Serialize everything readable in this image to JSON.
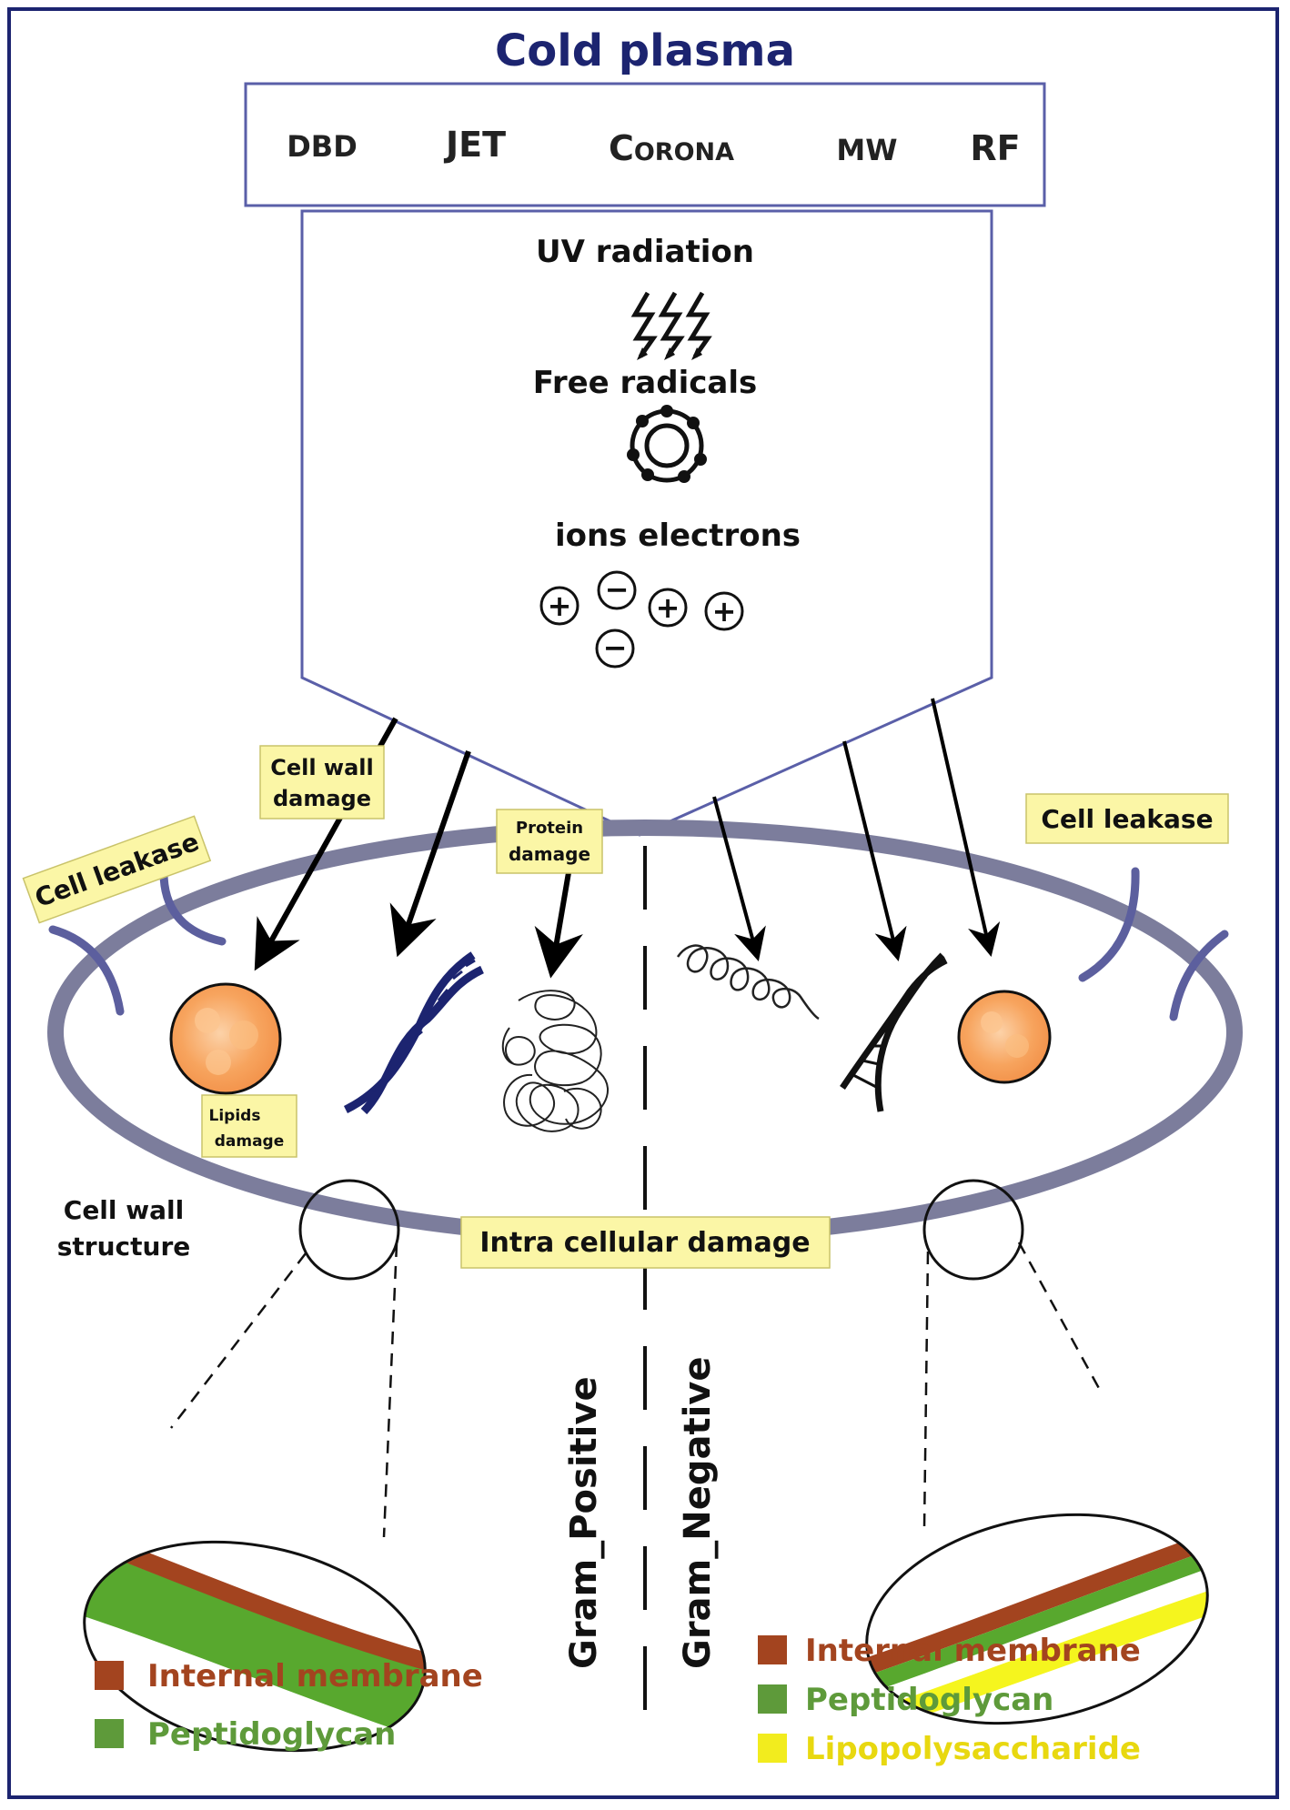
{
  "title": "Cold plasma",
  "sources": [
    "DBD",
    "JET",
    "Corona",
    "MW",
    "RF"
  ],
  "agents": {
    "uv": "UV radiation",
    "radicals": "Free radicals",
    "ions": "ions electrons"
  },
  "charges": [
    "+",
    "−",
    "+",
    "+",
    "−"
  ],
  "labels": {
    "cell_leakase_left": "Cell leakase",
    "cell_leakase_right": "Cell leakase",
    "cell_wall_damage_1": "Cell wall",
    "cell_wall_damage_2": "damage",
    "protein_damage_1": "Protein",
    "protein_damage_2": "damage",
    "lipids_damage_1": "Lipids",
    "lipids_damage_2": "damage",
    "cell_wall_structure_1": "Cell wall",
    "cell_wall_structure_2": "structure",
    "intra_cellular": "Intra cellular damage",
    "gram_positive": "Gram_Positive",
    "gram_negative": "Gram_Negative"
  },
  "legend_left": [
    {
      "label": "Internal membrane",
      "color": "#a3441f"
    },
    {
      "label": "Peptidoglycan",
      "color": "#5e9a3a"
    }
  ],
  "legend_right": [
    {
      "label": "Internal membrane",
      "color": "#a3441f"
    },
    {
      "label": "Peptidoglycan",
      "color": "#5e9a3a"
    },
    {
      "label": "Lipopolysaccharide",
      "color": "#f2ec1e"
    }
  ],
  "colors": {
    "title": "#1c2470",
    "frame": "#1c2470",
    "cell_wall": "#7c7d9c",
    "label_box": "#fbf6a6",
    "lipid": "#f7a45e",
    "dna_blue": "#1c2470",
    "membrane": "#a3441f",
    "peptidoglycan_text": "#5e9a3a",
    "peptidoglycan_fill": "#58a82e",
    "lipopolysaccharide_text": "#e8d810",
    "lipopolysaccharide_fill": "#f5f51e"
  }
}
